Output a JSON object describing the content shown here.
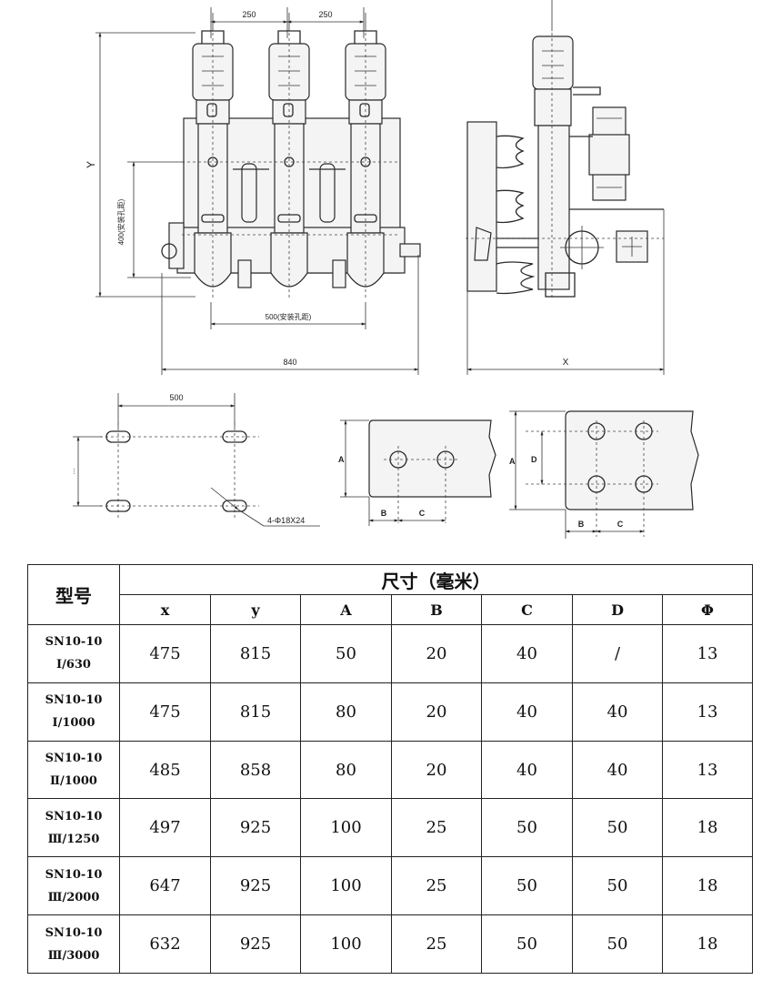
{
  "drawing": {
    "front_view": {
      "dim_top_left": "250",
      "dim_top_right": "250",
      "dim_height": "Y",
      "dim_mount_height": "400(安装孔距)",
      "dim_mount_width": "500(安装孔距)",
      "dim_overall_width": "840"
    },
    "side_view": {
      "dim_width": "X"
    },
    "hole_plan": {
      "dim_width": "500",
      "dim_vertical": "...",
      "hole_note": "4-Φ18X24"
    },
    "terminal_small": {
      "A": "A",
      "B": "B",
      "C": "C"
    },
    "terminal_large": {
      "A": "A",
      "B": "B",
      "C": "C",
      "D": "D"
    }
  },
  "table": {
    "model_header": "型号",
    "group_header": "尺寸（毫米）",
    "columns": [
      "x",
      "y",
      "A",
      "B",
      "C",
      "D",
      "Φ"
    ],
    "rows": [
      {
        "model_line1": "SN10-10",
        "model_line2": "Ⅰ/630",
        "values": [
          "475",
          "815",
          "50",
          "20",
          "40",
          "/",
          "13"
        ]
      },
      {
        "model_line1": "SN10-10",
        "model_line2": "Ⅰ/1000",
        "values": [
          "475",
          "815",
          "80",
          "20",
          "40",
          "40",
          "13"
        ]
      },
      {
        "model_line1": "SN10-10",
        "model_line2": "Ⅱ/1000",
        "values": [
          "485",
          "858",
          "80",
          "20",
          "40",
          "40",
          "13"
        ]
      },
      {
        "model_line1": "SN10-10",
        "model_line2": "Ⅲ/1250",
        "values": [
          "497",
          "925",
          "100",
          "25",
          "50",
          "50",
          "18"
        ]
      },
      {
        "model_line1": "SN10-10",
        "model_line2": "Ⅲ/2000",
        "values": [
          "647",
          "925",
          "100",
          "25",
          "50",
          "50",
          "18"
        ]
      },
      {
        "model_line1": "SN10-10",
        "model_line2": "Ⅲ/3000",
        "values": [
          "632",
          "925",
          "100",
          "25",
          "50",
          "50",
          "18"
        ]
      }
    ]
  }
}
